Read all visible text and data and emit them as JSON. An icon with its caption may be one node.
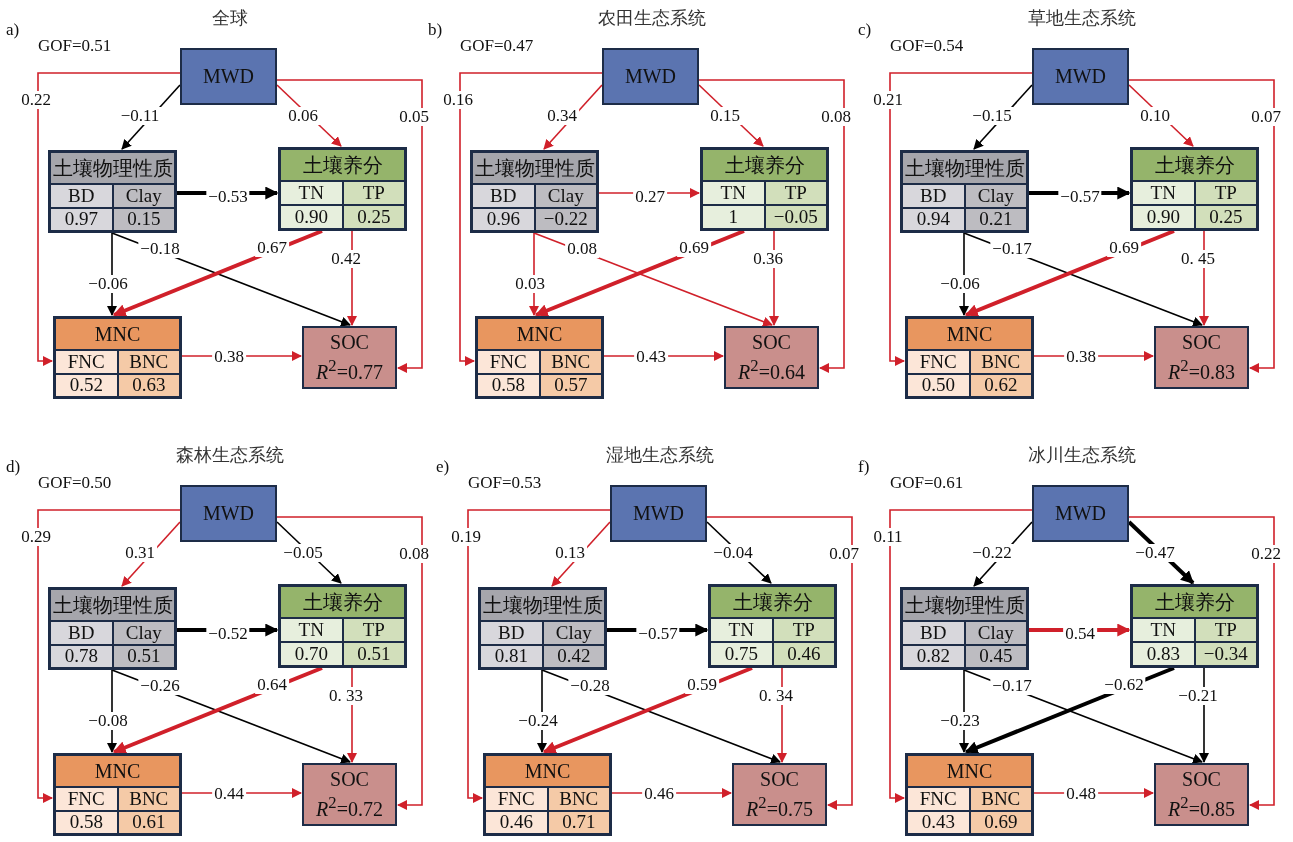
{
  "diagram": {
    "nodes": [
      {
        "text": [
          "MWD"
        ]
      },
      {
        "text": [
          "土壤物理性质",
          "BD",
          "Clay",
          "0.97",
          "0.15"
        ]
      },
      {
        "text": [
          "土壤养分",
          "TN",
          "TP",
          "0.90",
          "0.25"
        ]
      },
      {
        "text": [
          "MNC",
          "FNC",
          "BNC",
          "0.52",
          "0.63"
        ]
      },
      {
        "text": [
          "SOC",
          "*R*$^{2}$=0.77"
        ]
      },
      {
        "text": [
          "MWD"
        ]
      },
      {
        "text": [
          "土壤物理性质",
          "BD",
          "Clay",
          "0.96",
          "−0.22"
        ]
      },
      {
        "text": [
          "土壤养分",
          "TN",
          "TP",
          "1",
          "−0.05"
        ]
      },
      {
        "text": [
          "MNC",
          "FNC",
          "BNC",
          "0.58",
          "0.57"
        ]
      },
      {
        "text": [
          "SOC",
          "*R*$^{2}$=0.64"
        ]
      },
      {
        "text": [
          "MWD"
        ]
      },
      {
        "text": [
          "土壤物理性质",
          "BD",
          "Clay",
          "0.94",
          "0.21"
        ]
      },
      {
        "text": [
          "土壤养分",
          "TN",
          "TP",
          "0.90",
          "0.25"
        ]
      },
      {
        "text": [
          "MNC",
          "FNC",
          "BNC",
          "0.50",
          "0.62"
        ]
      },
      {
        "text": [
          "SOC",
          "*R*$^{2}$=0.83"
        ]
      },
      {
        "text": [
          "MWD"
        ]
      },
      {
        "text": [
          "土壤物理性质",
          "BD",
          "Clay",
          "0.78",
          "0.51"
        ]
      },
      {
        "text": [
          "土壤养分",
          "TN",
          "TP",
          "0.70",
          "0.51"
        ]
      },
      {
        "text": [
          "MNC",
          "FNC",
          "BNC",
          "0.58",
          "0.61"
        ]
      },
      {
        "text": [
          "SOC",
          "*R*$^{2}$=0.72"
        ]
      },
      {
        "text": [
          "MWD"
        ]
      },
      {
        "text": [
          "土壤物理性质",
          "BD",
          "Clay",
          "0.81",
          "0.42"
        ]
      },
      {
        "text": [
          "土壤养分",
          "TN",
          "TP",
          "0.75",
          "0.46"
        ]
      },
      {
        "text": [
          "MNC",
          "FNC",
          "BNC",
          "0.46",
          "0.71"
        ]
      },
      {
        "text": [
          "SOC",
          "*R*$^{2}$=0.75"
        ]
      },
      {
        "text": [
          "MWD"
        ]
      },
      {
        "text": [
          "土壤物理性质",
          "BD",
          "Clay",
          "0.82",
          "0.45"
        ]
      },
      {
        "text": [
          "土壤养分",
          "TN",
          "TP",
          "0.83",
          "−0.34"
        ]
      },
      {
        "text": [
          "MNC",
          "FNC",
          "BNC",
          "0.43",
          "0.69"
        ]
      },
      {
        "text": [
          "SOC",
          "*R*$^{2}$=0.85"
        ]
      }
    ],
    "edges": [
      {
        "from": 0,
        "to": 1,
        "arrow": "to",
        "label": "−0.11",
        "color": "#000000"
      },
      {
        "from": 0,
        "to": 2,
        "arrow": "to",
        "label": "0.06"
      },
      {
        "from": 0,
        "to": 3,
        "arrow": "to",
        "label": "0.22"
      },
      {
        "from": 0,
        "to": 4,
        "arrow": "to",
        "label": "0.05"
      },
      {
        "from": 1,
        "to": 2,
        "arrow": "to",
        "label": "−0.53",
        "color": "#000000",
        "style": "thick"
      },
      {
        "from": 1,
        "to": 3,
        "arrow": "to",
        "label": "−0.06",
        "color": "#000000"
      },
      {
        "from": 1,
        "to": 4,
        "arrow": "to",
        "label": "−0.18",
        "color": "#000000"
      },
      {
        "from": 2,
        "to": 3,
        "arrow": "to",
        "label": "0.67",
        "style": "thick"
      },
      {
        "from": 2,
        "to": 4,
        "arrow": "to",
        "label": "0.42"
      },
      {
        "from": 3,
        "to": 4,
        "arrow": "to",
        "label": "0.38"
      },
      {
        "from": 5,
        "to": 6,
        "arrow": "to",
        "label": "0.34"
      },
      {
        "from": 5,
        "to": 7,
        "arrow": "to",
        "label": "0.15"
      },
      {
        "from": 5,
        "to": 8,
        "arrow": "to",
        "label": "0.16"
      },
      {
        "from": 5,
        "to": 9,
        "arrow": "to",
        "label": "0.08"
      },
      {
        "from": 6,
        "to": 7,
        "arrow": "to",
        "label": "0.27"
      },
      {
        "from": 6,
        "to": 8,
        "arrow": "to",
        "label": "0.03"
      },
      {
        "from": 6,
        "to": 9,
        "arrow": "to",
        "label": "0.08"
      },
      {
        "from": 7,
        "to": 8,
        "arrow": "to",
        "label": "0.69",
        "style": "thick"
      },
      {
        "from": 7,
        "to": 9,
        "arrow": "to",
        "label": "0.36"
      },
      {
        "from": 8,
        "to": 9,
        "arrow": "to",
        "label": "0.43"
      },
      {
        "from": 10,
        "to": 11,
        "arrow": "to",
        "label": "−0.15",
        "color": "#000000"
      },
      {
        "from": 10,
        "to": 12,
        "arrow": "to",
        "label": "0.10"
      },
      {
        "from": 10,
        "to": 13,
        "arrow": "to",
        "label": "0.21"
      },
      {
        "from": 10,
        "to": 14,
        "arrow": "to",
        "label": "0.07"
      },
      {
        "from": 11,
        "to": 12,
        "arrow": "to",
        "label": "−0.57",
        "color": "#000000",
        "style": "thick"
      },
      {
        "from": 11,
        "to": 13,
        "arrow": "to",
        "label": "−0.06",
        "color": "#000000"
      },
      {
        "from": 11,
        "to": 14,
        "arrow": "to",
        "label": "−0.17",
        "color": "#000000"
      },
      {
        "from": 12,
        "to": 13,
        "arrow": "to",
        "label": "0.69",
        "style": "thick"
      },
      {
        "from": 12,
        "to": 14,
        "arrow": "to",
        "label": "0. 45"
      },
      {
        "from": 13,
        "to": 14,
        "arrow": "to",
        "label": "0.38"
      },
      {
        "from": 15,
        "to": 16,
        "arrow": "to",
        "label": "0.31"
      },
      {
        "from": 15,
        "to": 17,
        "arrow": "to",
        "label": "−0.05",
        "color": "#000000"
      },
      {
        "from": 15,
        "to": 18,
        "arrow": "to",
        "label": "0.29"
      },
      {
        "from": 15,
        "to": 19,
        "arrow": "to",
        "label": "0.08"
      },
      {
        "from": 16,
        "to": 17,
        "arrow": "to",
        "label": "−0.52",
        "color": "#000000",
        "style": "thick"
      },
      {
        "from": 16,
        "to": 18,
        "arrow": "to",
        "label": "−0.08",
        "color": "#000000"
      },
      {
        "from": 16,
        "to": 19,
        "arrow": "to",
        "label": "−0.26",
        "color": "#000000"
      },
      {
        "from": 17,
        "to": 18,
        "arrow": "to",
        "label": "0.64",
        "style": "thick"
      },
      {
        "from": 17,
        "to": 19,
        "arrow": "to",
        "label": "0. 33"
      },
      {
        "from": 18,
        "to": 19,
        "arrow": "to",
        "label": "0.44"
      },
      {
        "from": 20,
        "to": 21,
        "arrow": "to",
        "label": "0.13"
      },
      {
        "from": 20,
        "to": 22,
        "arrow": "to",
        "label": "−0.04",
        "color": "#000000"
      },
      {
        "from": 20,
        "to": 23,
        "arrow": "to",
        "label": "0.19"
      },
      {
        "from": 20,
        "to": 24,
        "arrow": "to",
        "label": "0.07"
      },
      {
        "from": 21,
        "to": 22,
        "arrow": "to",
        "label": "−0.57",
        "color": "#000000",
        "style": "thick"
      },
      {
        "from": 21,
        "to": 23,
        "arrow": "to",
        "label": "−0.24",
        "color": "#000000"
      },
      {
        "from": 21,
        "to": 24,
        "arrow": "to",
        "label": "−0.28",
        "color": "#000000"
      },
      {
        "from": 22,
        "to": 23,
        "arrow": "to",
        "label": "0.59",
        "style": "thick"
      },
      {
        "from": 22,
        "to": 24,
        "arrow": "to",
        "label": "0. 34"
      },
      {
        "from": 23,
        "to": 24,
        "arrow": "to",
        "label": "0.46"
      },
      {
        "from": 25,
        "to": 26,
        "arrow": "to",
        "label": "−0.22",
        "color": "#000000"
      },
      {
        "from": 25,
        "to": 27,
        "arrow": "to",
        "label": "−0.47",
        "color": "#000000",
        "style": "thick"
      },
      {
        "from": 25,
        "to": 28,
        "arrow": "to",
        "label": "0.11"
      },
      {
        "from": 25,
        "to": 29,
        "arrow": "to",
        "label": "0.22"
      },
      {
        "from": 26,
        "to": 27,
        "arrow": "to",
        "label": "0.54",
        "style": "thick"
      },
      {
        "from": 26,
        "to": 28,
        "arrow": "to",
        "label": "−0.23",
        "color": "#000000"
      },
      {
        "from": 26,
        "to": 29,
        "arrow": "to",
        "label": "−0.17",
        "color": "#000000"
      },
      {
        "from": 27,
        "to": 28,
        "arrow": "to",
        "label": "−0.62",
        "color": "#000000",
        "style": "thick"
      },
      {
        "from": 27,
        "to": 29,
        "arrow": "to",
        "label": "−0.21",
        "color": "#000000"
      },
      {
        "from": 28,
        "to": 29,
        "arrow": "to",
        "label": "0.48"
      }
    ],
    "labels": [
      "全球",
      "a)",
      "GOF=0.51",
      "农田生态系统",
      "b)",
      "GOF=0.47",
      "草地生态系统",
      "c)",
      "GOF=0.54",
      "森林生态系统",
      "d)",
      "GOF=0.50",
      "湿地生态系统",
      "e)",
      "GOF=0.53",
      "冰川生态系统",
      "f)",
      "GOF=0.61"
    ]
  }
}
